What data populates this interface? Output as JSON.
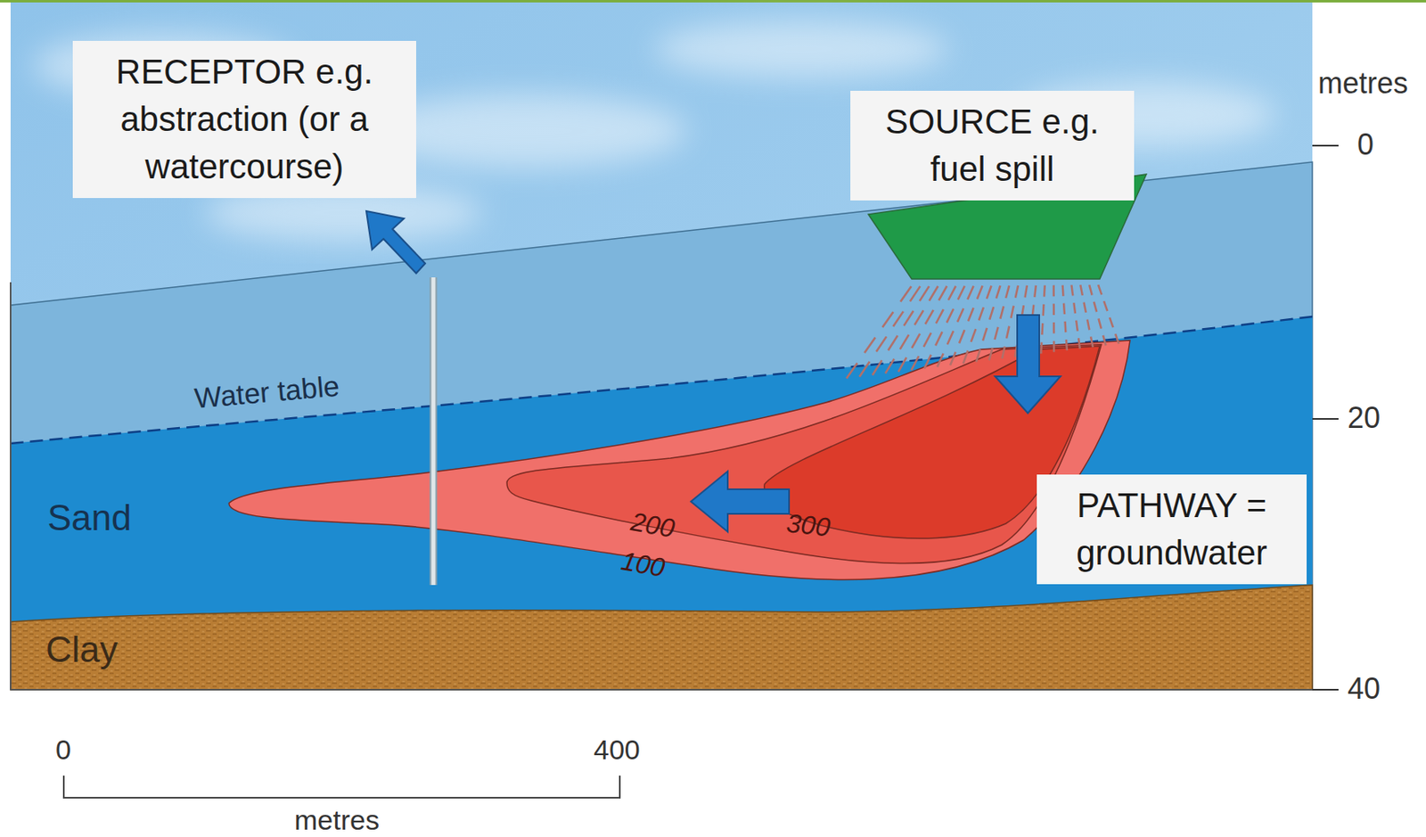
{
  "diagram": {
    "nodes": [
      {
        "text": [
          "RECEPTOR e.g. abstraction (or a watercourse)"
        ]
      },
      {
        "text": [
          "SOURCE e.g. fuel spill"
        ]
      },
      {
        "text": [
          "PATHWAY = groundwater"
        ]
      }
    ],
    "labels": [
      "metres",
      "0",
      "Water table",
      "20",
      "Sand",
      "200",
      "300",
      "100",
      "Clay",
      "40",
      "0",
      "400",
      "metres"
    ]
  }
}
